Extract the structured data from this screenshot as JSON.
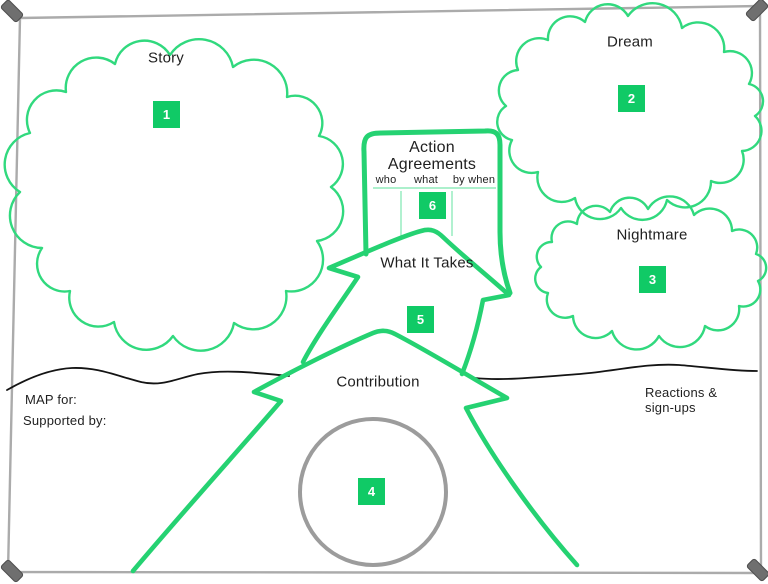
{
  "colors": {
    "badge_green": "#10ca66",
    "stroke_green": "#25d272",
    "cloud_green": "#31d97e",
    "table_green": "#90ebbb",
    "ink": "#1f1f1f",
    "horizon": "#141414",
    "circle_gray": "#9c9c9c",
    "frame_gray": "#ababab",
    "pin_gray": "#6f6f6f",
    "paper": "#ffffff"
  },
  "labels": {
    "story": "Story",
    "dream": "Dream",
    "nightmare": "Nightmare",
    "contribution": "Contribution",
    "what_it_takes": "What It Takes",
    "action_line1": "Action",
    "action_line2": "Agreements"
  },
  "badges": {
    "story": "1",
    "dream": "2",
    "nightmare": "3",
    "contribution": "4",
    "what_it_takes": "5",
    "action": "6"
  },
  "table_columns": {
    "who": "who",
    "what": "what",
    "by_when": "by when"
  },
  "footer": {
    "map_for": "MAP for:",
    "supported_by": "Supported by:",
    "reactions_line1": "Reactions &",
    "reactions_line2": "sign-ups"
  }
}
